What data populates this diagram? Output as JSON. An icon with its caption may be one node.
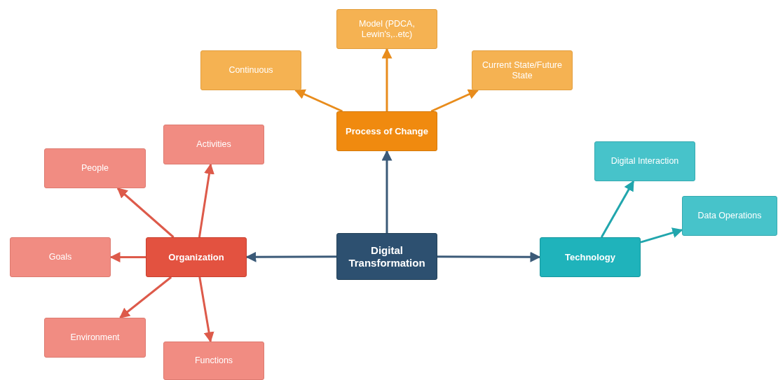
{
  "diagram": {
    "nodes": [
      {
        "text": [
          "Digital Transformation"
        ]
      },
      {
        "text": [
          "Process of Change"
        ]
      },
      {
        "text": [
          "Continuous"
        ]
      },
      {
        "text": [
          "Model (PDCA, Lewin's,..etc)"
        ]
      },
      {
        "text": [
          "Current State/Future State"
        ]
      },
      {
        "text": [
          "Organization"
        ]
      },
      {
        "text": [
          "People"
        ]
      },
      {
        "text": [
          "Activities"
        ]
      },
      {
        "text": [
          "Goals"
        ]
      },
      {
        "text": [
          "Environment"
        ]
      },
      {
        "text": [
          "Functions"
        ]
      },
      {
        "text": [
          "Technology"
        ]
      },
      {
        "text": [
          "Digital Interaction"
        ]
      },
      {
        "text": [
          "Data Operations"
        ]
      }
    ],
    "edges": [
      {
        "from": 0,
        "to": 1,
        "arrow": "to",
        "color": "#3b5a78"
      },
      {
        "from": 0,
        "to": 5,
        "arrow": "to",
        "color": "#3b5a78"
      },
      {
        "from": 0,
        "to": 11,
        "arrow": "to",
        "color": "#3b5a78"
      },
      {
        "from": 1,
        "to": 2,
        "arrow": "to",
        "color": "#e88c1c"
      },
      {
        "from": 1,
        "to": 3,
        "arrow": "to",
        "color": "#e88c1c"
      },
      {
        "from": 1,
        "to": 4,
        "arrow": "to",
        "color": "#e88c1c"
      },
      {
        "from": 5,
        "to": 6,
        "arrow": "to"
      },
      {
        "from": 5,
        "to": 7,
        "arrow": "to"
      },
      {
        "from": 5,
        "to": 8,
        "arrow": "to"
      },
      {
        "from": 5,
        "to": 9,
        "arrow": "to"
      },
      {
        "from": 5,
        "to": 10,
        "arrow": "to"
      },
      {
        "from": 11,
        "to": 12,
        "arrow": "to",
        "color": "#21a6ad"
      },
      {
        "from": 11,
        "to": 13,
        "arrow": "to",
        "color": "#21a6ad"
      }
    ]
  }
}
